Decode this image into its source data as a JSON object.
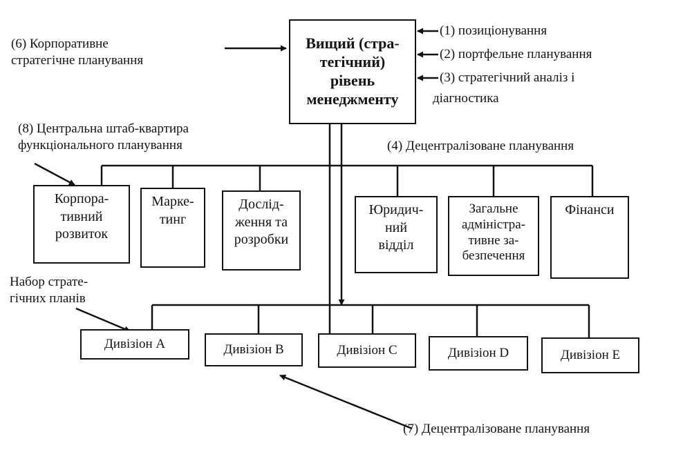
{
  "top_box": {
    "text": "Вищий (стра-\nтегічний)\nрівень\nменеджменту"
  },
  "labels": {
    "l1": "(1) позиціонування",
    "l2": "(2) портфельне планування",
    "l3a": "(3)  стратегічний  аналіз  і",
    "l3b": "діагностика",
    "l4": "(4) Децентралізоване планування",
    "l6": "(6) Корпоративне\nстратегічне планування",
    "l7": "(7) Децентралізоване планування",
    "l8": "(8) Центральна штаб-квартира\nфункціонального планування",
    "nabor": "Набор страте-\nгічних планів"
  },
  "functions": [
    "Корпора-\nтивний\nрозвиток",
    "Марке-\nтинг",
    "Дослід-\nження та\nрозробки",
    "Юридич-\nний\nвідділ",
    "Загальне\nадміністра-\nтивне за-\nбезпечення",
    "Фінанси"
  ],
  "divisions": [
    "Дивізіон A",
    "Дивізіон B",
    "Дивізіон C",
    "Дивізіон D",
    "Дивізіон E"
  ]
}
